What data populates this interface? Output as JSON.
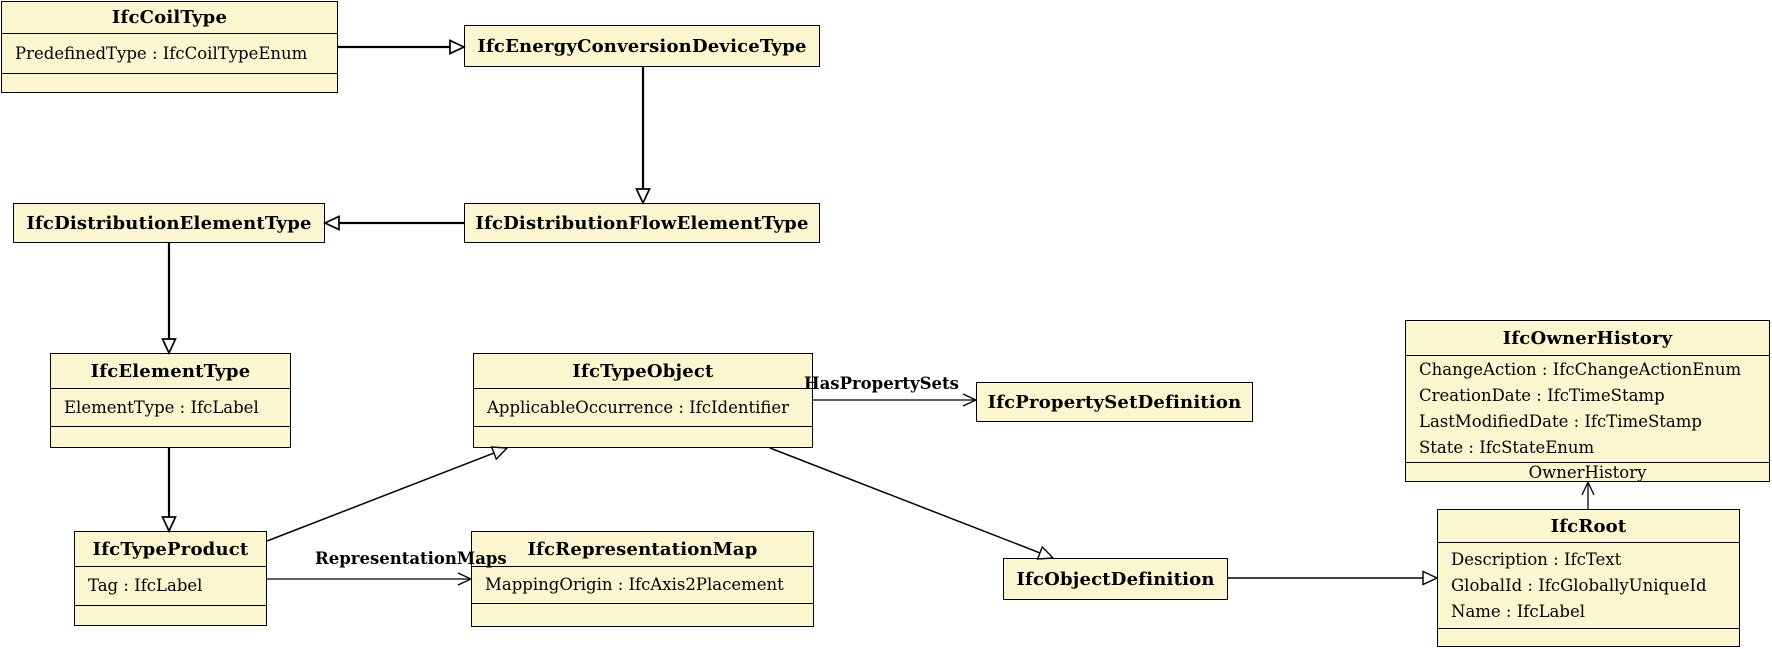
{
  "diagram": {
    "type": "uml-class-diagram",
    "subject": "IFC coil type inheritance hierarchy",
    "colors": {
      "box_fill": "#FBF5D0",
      "box_border": "#000000",
      "line": "#000000",
      "background": "#FFFFFF"
    },
    "classes": [
      {
        "name": "IfcCoilType",
        "attributes": [
          "PredefinedType : IfcCoilTypeEnum"
        ]
      },
      {
        "name": "IfcEnergyConversionDeviceType",
        "attributes": []
      },
      {
        "name": "IfcDistributionElementType",
        "attributes": []
      },
      {
        "name": "IfcDistributionFlowElementType",
        "attributes": []
      },
      {
        "name": "IfcElementType",
        "attributes": [
          "ElementType : IfcLabel"
        ]
      },
      {
        "name": "IfcTypeObject",
        "attributes": [
          "ApplicableOccurrence : IfcIdentifier"
        ]
      },
      {
        "name": "IfcPropertySetDefinition",
        "attributes": []
      },
      {
        "name": "IfcOwnerHistory",
        "attributes": [
          "ChangeAction : IfcChangeActionEnum",
          "CreationDate : IfcTimeStamp",
          "LastModifiedDate : IfcTimeStamp",
          "State : IfcStateEnum"
        ]
      },
      {
        "name": "IfcTypeProduct",
        "attributes": [
          "Tag : IfcLabel"
        ]
      },
      {
        "name": "IfcRepresentationMap",
        "attributes": [
          "MappingOrigin : IfcAxis2Placement"
        ]
      },
      {
        "name": "IfcObjectDefinition",
        "attributes": []
      },
      {
        "name": "IfcRoot",
        "attributes": [
          "Description : IfcText",
          "GlobalId : IfcGloballyUniqueId",
          "Name : IfcLabel"
        ]
      }
    ],
    "associations": [
      {
        "label": "RepresentationMaps",
        "from": "IfcTypeProduct",
        "to": "IfcRepresentationMap"
      },
      {
        "label": "HasPropertySets",
        "from": "IfcTypeObject",
        "to": "IfcPropertySetDefinition"
      },
      {
        "label": "OwnerHistory",
        "from": "IfcRoot",
        "to": "IfcOwnerHistory"
      }
    ],
    "generalizations": [
      {
        "from": "IfcCoilType",
        "to": "IfcEnergyConversionDeviceType"
      },
      {
        "from": "IfcEnergyConversionDeviceType",
        "to": "IfcDistributionFlowElementType"
      },
      {
        "from": "IfcDistributionFlowElementType",
        "to": "IfcDistributionElementType"
      },
      {
        "from": "IfcDistributionElementType",
        "to": "IfcElementType"
      },
      {
        "from": "IfcElementType",
        "to": "IfcTypeProduct"
      },
      {
        "from": "IfcTypeProduct",
        "to": "IfcTypeObject"
      },
      {
        "from": "IfcTypeObject",
        "to": "IfcObjectDefinition"
      },
      {
        "from": "IfcObjectDefinition",
        "to": "IfcRoot"
      }
    ]
  }
}
